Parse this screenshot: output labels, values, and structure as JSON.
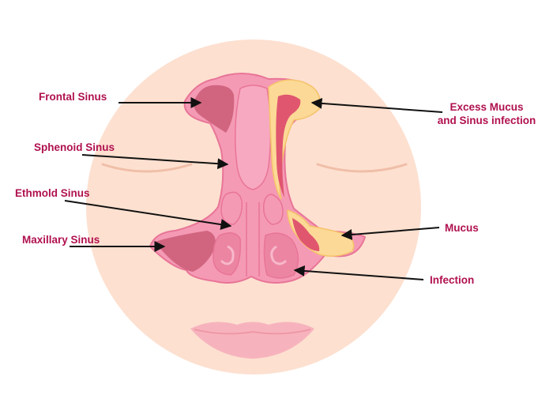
{
  "colors": {
    "background": "#ffffff",
    "face": "#fde0d0",
    "eyelid": "#f0bea8",
    "nose": "#f59ab5",
    "nose_outline": "#e87597",
    "sinus_dark": "#d1657f",
    "cavity": "#ec85a2",
    "mucus": "#fcd996",
    "mucus_outline": "#f5c36b",
    "infection": "#e0566f",
    "lips": "#f7b3bd",
    "lip_line": "#ee98a5",
    "label_text": "#b0114f",
    "arrow": "#111111"
  },
  "labels": {
    "frontal": "Frontal Sinus",
    "sphenoid": "Sphenoid Sinus",
    "ethmoid": "Ethmold Sinus",
    "maxillary": "Maxillary Sinus",
    "excess_line1": "Excess Mucus",
    "excess_line2": "and Sinus infection",
    "mucus": "Mucus",
    "infection": "Infection"
  }
}
